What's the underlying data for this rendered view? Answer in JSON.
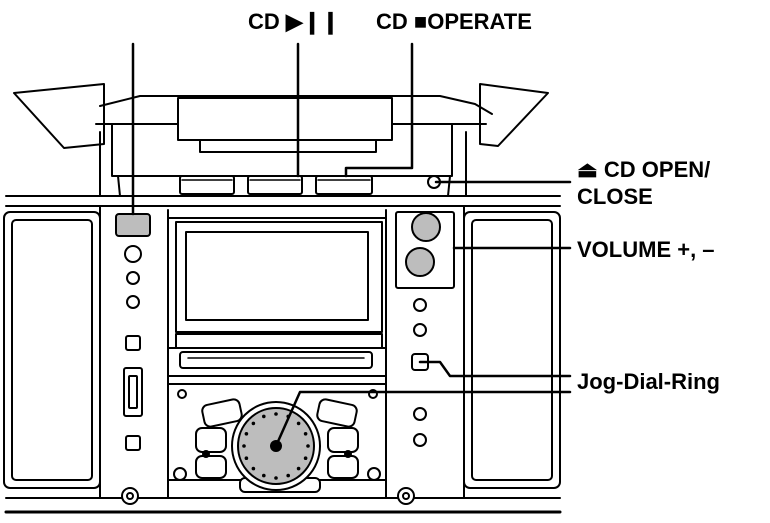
{
  "labels": {
    "cd_play_pause": {
      "text": "CD",
      "symbol": "▶❙❙"
    },
    "cd_stop_operate": {
      "text": "CD",
      "symbol": "■",
      "suffix": "OPERATE"
    },
    "cd_open_close": {
      "symbol": "⏏",
      "line1": "CD OPEN/",
      "line2": "CLOSE"
    },
    "volume": {
      "text": "VOLUME +, –"
    },
    "jog_dial": {
      "text": "Jog-Dial-Ring"
    }
  },
  "colors": {
    "line": "#000000",
    "highlight_fill": "#bdbdbd",
    "panel_fill": "#ffffff"
  }
}
